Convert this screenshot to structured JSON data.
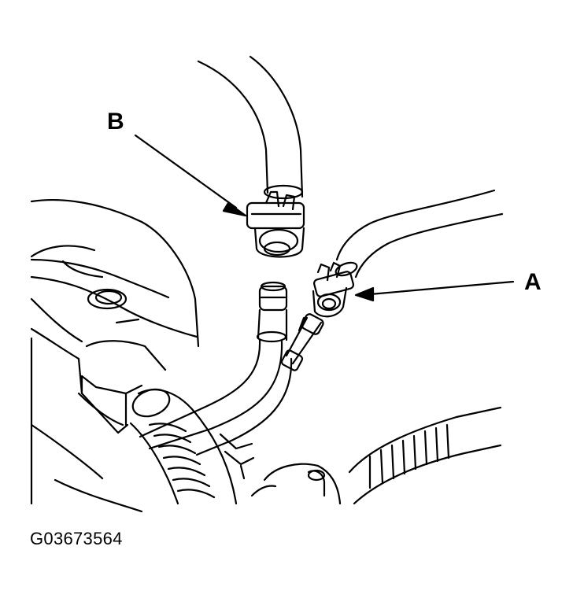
{
  "labels": {
    "a": "A",
    "b": "B"
  },
  "figure_code": "G03673564",
  "colors": {
    "line": "#000000",
    "background": "#ffffff"
  }
}
